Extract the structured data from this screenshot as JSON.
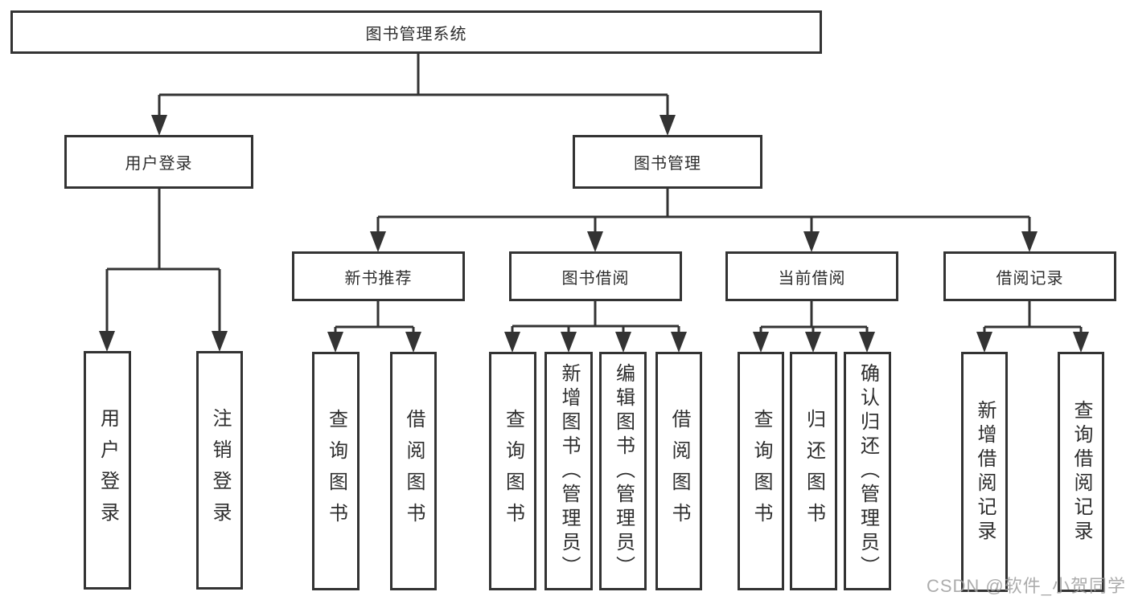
{
  "diagram_type": "tree",
  "colors": {
    "line": "#333333",
    "box_border": "#333333",
    "text": "#2e2e2e",
    "background": "#ffffff",
    "watermark": "#9e9e9e"
  },
  "root": {
    "label": "图书管理系统",
    "children": [
      {
        "label": "用户登录",
        "children": [
          {
            "label": "用户登录"
          },
          {
            "label": "注销登录"
          }
        ]
      },
      {
        "label": "图书管理",
        "children": [
          {
            "label": "新书推荐",
            "children": [
              {
                "label": "查询图书"
              },
              {
                "label": "借阅图书"
              }
            ]
          },
          {
            "label": "图书借阅",
            "children": [
              {
                "label": "查询图书"
              },
              {
                "label": "新增图书（管理员）"
              },
              {
                "label": "编辑图书（管理员）"
              },
              {
                "label": "借阅图书"
              }
            ]
          },
          {
            "label": "当前借阅",
            "children": [
              {
                "label": "查询图书"
              },
              {
                "label": "归还图书"
              },
              {
                "label": "确认归还（管理员）"
              }
            ]
          },
          {
            "label": "借阅记录",
            "children": [
              {
                "label": "新增借阅记录"
              },
              {
                "label": "查询借阅记录"
              }
            ]
          }
        ]
      }
    ]
  },
  "watermark": {
    "text": "CSDN @软件_小贺同学"
  }
}
